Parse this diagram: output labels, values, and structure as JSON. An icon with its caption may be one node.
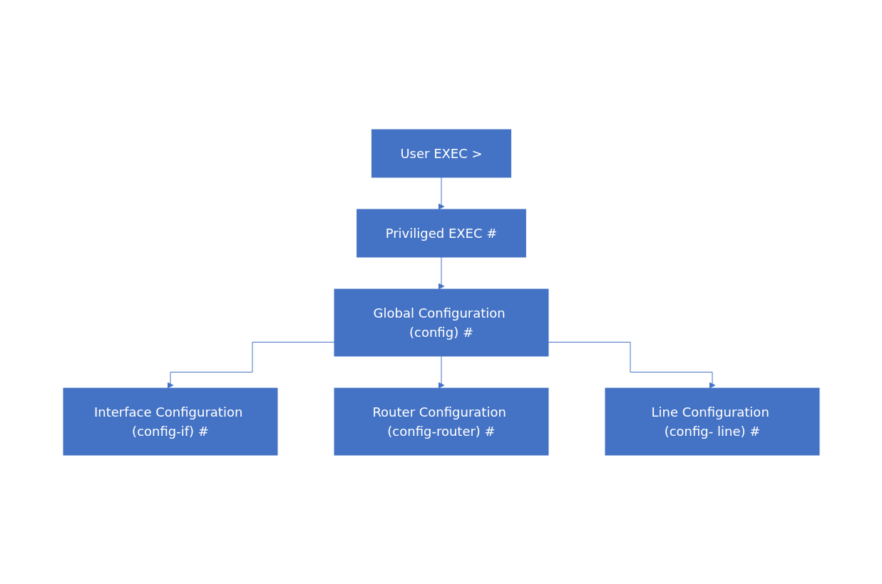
{
  "diagram": {
    "nodes": [
      {
        "text": [
          "User EXEC >"
        ]
      },
      {
        "text": [
          "Priviliged EXEC #"
        ]
      },
      {
        "text": [
          "Global Configuration (config) #"
        ]
      },
      {
        "text": [
          "Interface Configuration (config-if) #"
        ]
      },
      {
        "text": [
          "Router Configuration (config-router) #"
        ]
      },
      {
        "text": [
          "Line Configuration (config- line) #"
        ]
      }
    ],
    "edges": [
      {
        "from": 0,
        "to": 1,
        "arrow": "to"
      },
      {
        "from": 1,
        "to": 2,
        "arrow": "to"
      },
      {
        "from": 2,
        "to": 3,
        "arrow": "to"
      },
      {
        "from": 2,
        "to": 4,
        "arrow": "to"
      },
      {
        "from": 2,
        "to": 5,
        "arrow": "to"
      }
    ]
  }
}
